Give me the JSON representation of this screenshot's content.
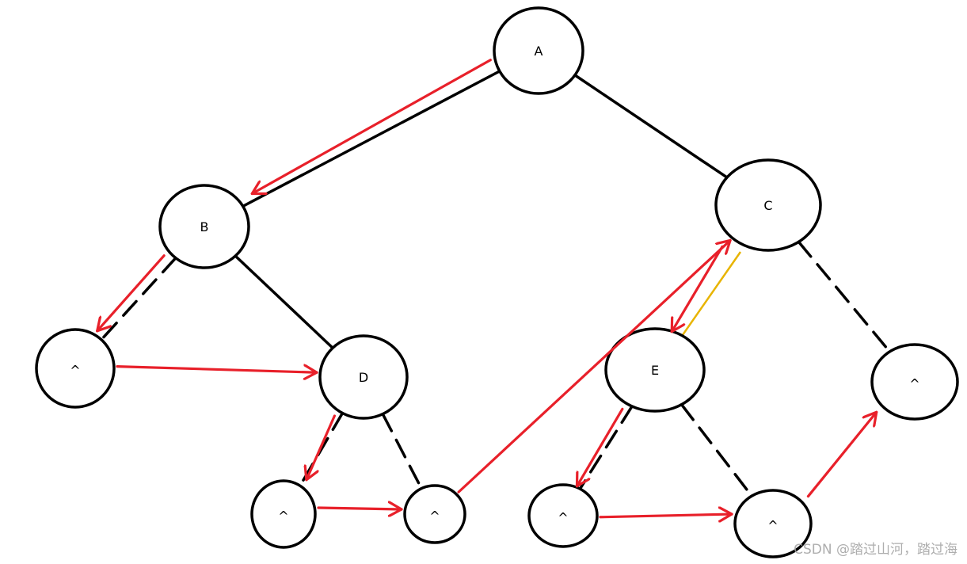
{
  "colors": {
    "node_stroke": "#000000",
    "edge_solid": "#000000",
    "thread_arrow": "#e8202a",
    "highlight": "#e8b400"
  },
  "nodes": [
    {
      "id": "A",
      "label": "A"
    },
    {
      "id": "B",
      "label": "B"
    },
    {
      "id": "C",
      "label": "C"
    },
    {
      "id": "nb",
      "label": "^"
    },
    {
      "id": "D",
      "label": "D"
    },
    {
      "id": "E",
      "label": "E"
    },
    {
      "id": "nc",
      "label": "^"
    },
    {
      "id": "nd1",
      "label": "^"
    },
    {
      "id": "nd2",
      "label": "^"
    },
    {
      "id": "ne1",
      "label": "^"
    },
    {
      "id": "ne2",
      "label": "^"
    }
  ],
  "edges": [
    {
      "from": "A",
      "to": "B",
      "style": "solid"
    },
    {
      "from": "A",
      "to": "C",
      "style": "solid"
    },
    {
      "from": "B",
      "to": "D",
      "style": "solid"
    },
    {
      "from": "B",
      "to": "nb",
      "style": "dashed"
    },
    {
      "from": "C",
      "to": "nc",
      "style": "dashed"
    },
    {
      "from": "D",
      "to": "nd1",
      "style": "dashed"
    },
    {
      "from": "D",
      "to": "nd2",
      "style": "dashed"
    },
    {
      "from": "E",
      "to": "ne1",
      "style": "dashed"
    },
    {
      "from": "E",
      "to": "ne2",
      "style": "dashed"
    }
  ],
  "traversal_arrows": [
    {
      "from": "A",
      "to": "B"
    },
    {
      "from": "B",
      "to": "nb"
    },
    {
      "from": "nb",
      "to": "D"
    },
    {
      "from": "D",
      "to": "nd1"
    },
    {
      "from": "nd1",
      "to": "nd2"
    },
    {
      "from": "nd2",
      "to": "C"
    },
    {
      "from": "C",
      "to": "E"
    },
    {
      "from": "E",
      "to": "ne1"
    },
    {
      "from": "ne1",
      "to": "ne2"
    },
    {
      "from": "ne2",
      "to": "nc"
    }
  ],
  "watermark": "CSDN @踏过山河，踏过海"
}
